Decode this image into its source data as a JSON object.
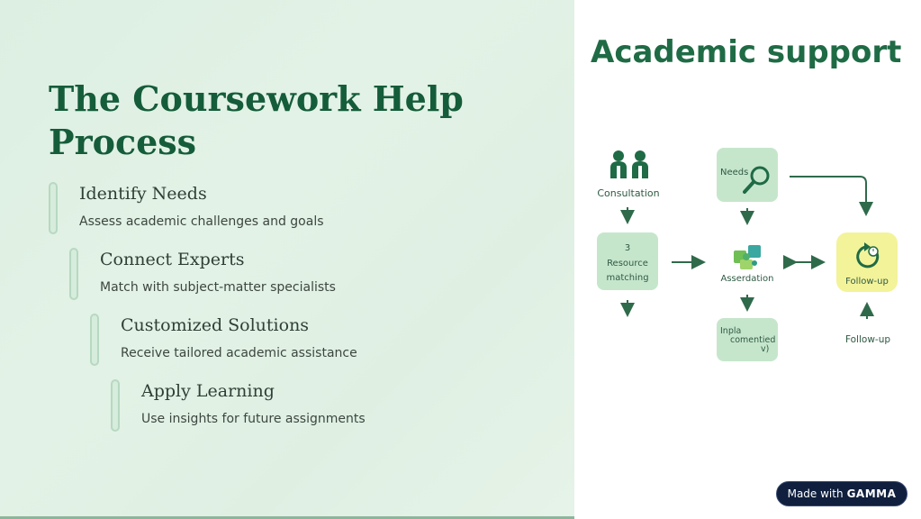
{
  "slide": {
    "title": "The Coursework Help Process",
    "steps": [
      {
        "title": "Identify Needs",
        "description": "Assess academic challenges and goals"
      },
      {
        "title": "Connect Experts",
        "description": "Match with subject-matter specialists"
      },
      {
        "title": "Customized Solutions",
        "description": "Receive tailored academic assistance"
      },
      {
        "title": "Apply Learning",
        "description": "Use insights for future assignments"
      }
    ]
  },
  "diagram": {
    "title": "Academic support",
    "nodes": {
      "consultation": "Consultation",
      "needs": "Needs",
      "resource_number": "3",
      "resource_line1": "Resource",
      "resource_line2": "matching",
      "asserdation": "Asserdation",
      "follow_up_box": "Follow-up",
      "implementation_line1": "Inpla",
      "implementation_line2": "comentied",
      "implementation_line3": "v)",
      "follow_up_bottom": "Follow-up"
    },
    "icons": {
      "consultation": "people-icon",
      "needs": "magnifier-icon",
      "asserdation": "puzzle-icon",
      "follow_up": "refresh-clock-icon"
    },
    "colors": {
      "accent": "#1f6b45",
      "node_fill": "#c6e6cc",
      "follow_up_fill": "#f3f39a"
    }
  },
  "badge": {
    "prefix": "Made with",
    "brand": "GAMMA"
  }
}
